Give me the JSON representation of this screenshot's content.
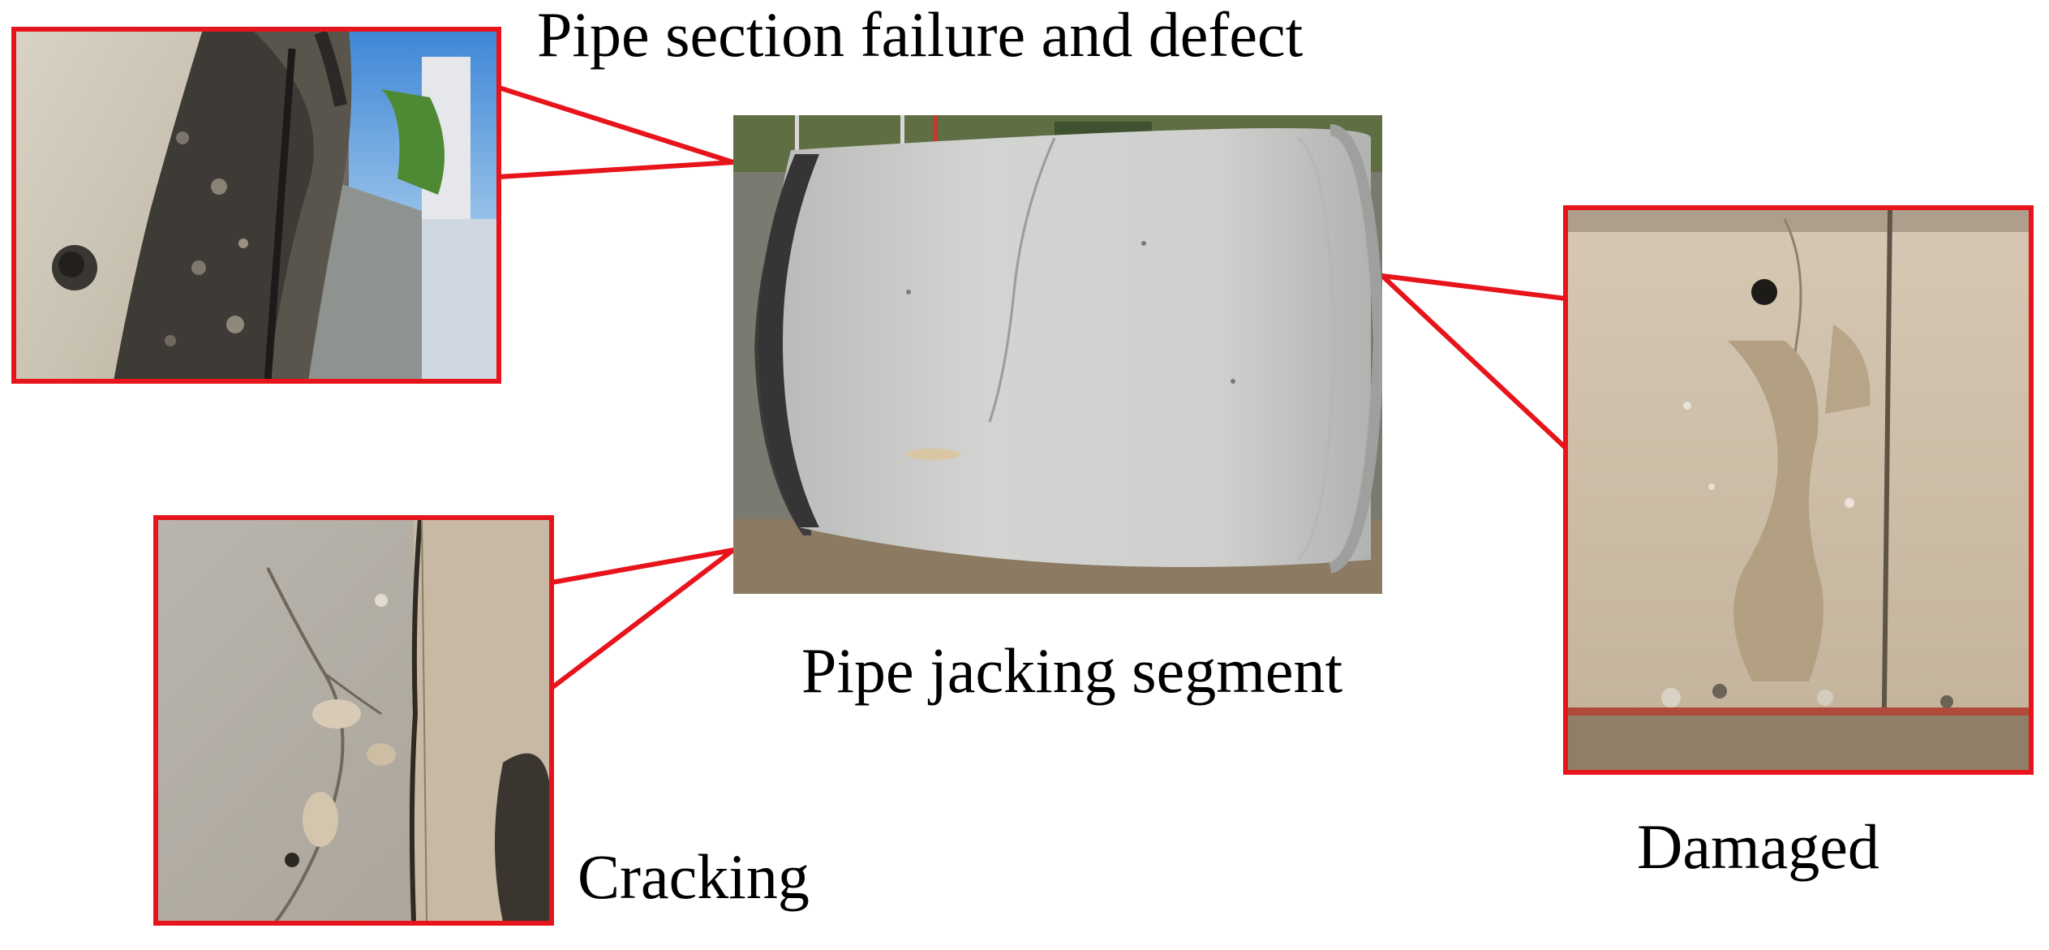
{
  "labels": {
    "title": "Pipe section  failure and defect",
    "center": "Pipe jacking segment",
    "cracking": "Cracking",
    "damaged": "Damaged"
  },
  "photos": {
    "top_left": "broken pipe edge with exposed aggregate and rebar",
    "center": "concrete pipe jacking segment lying on its side",
    "bottom_left": "concrete surface with crack line",
    "right": "damaged concrete surface with spalling"
  },
  "colors": {
    "callout_frame": "#e8141b",
    "background": "#ffffff",
    "concrete": "#c9c9c7",
    "text": "#000000"
  }
}
